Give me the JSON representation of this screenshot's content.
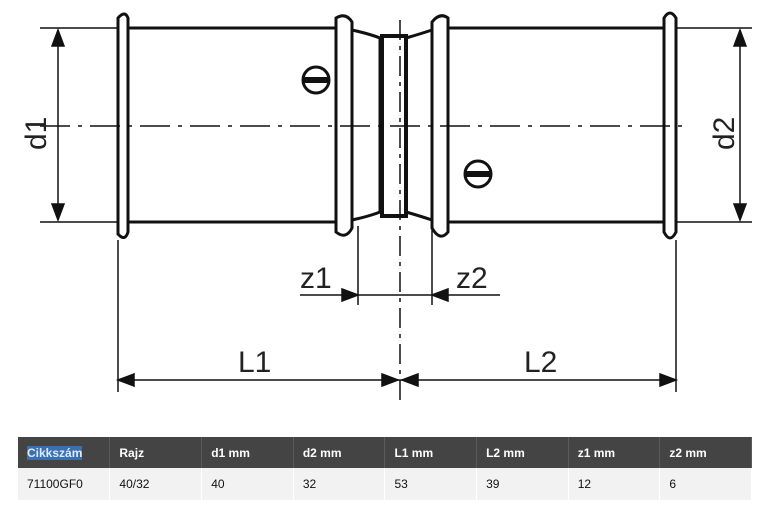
{
  "drawing": {
    "labels": {
      "d1": "d1",
      "d2": "d2",
      "z1": "z1",
      "z2": "z2",
      "L1": "L1",
      "L2": "L2"
    }
  },
  "table": {
    "headers": [
      "Cikkszám",
      "Rajz",
      "d1 mm",
      "d2 mm",
      "L1 mm",
      "L2 mm",
      "z1 mm",
      "z2 mm"
    ],
    "rows": [
      [
        "71100GF0",
        "40/32",
        "40",
        "32",
        "53",
        "39",
        "12",
        "6"
      ]
    ]
  }
}
